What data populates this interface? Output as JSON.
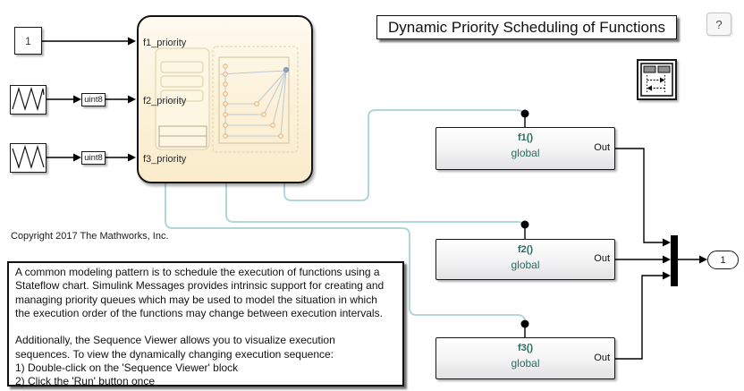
{
  "title": "Dynamic Priority Scheduling of Functions",
  "help": {
    "label": "?"
  },
  "copyright": "Copyright 2017 The Mathworks, Inc.",
  "description": "A common modeling pattern is to schedule the execution of functions using a\nStateflow chart. Simulink Messages provides intrinsic support for creating and\nmanaging priority queues which may be used to model the situation in which\nthe execution order of the functions may change between execution intervals.\n\nAdditionally, the Sequence Viewer allows you to visualize execution\nsequences. To view the dynamically changing execution sequence:\n1) Double-click on the 'Sequence Viewer' block\n2) Click the 'Run' button once",
  "blocks": {
    "constant": {
      "value": "1"
    },
    "converter1": {
      "label": "uint8"
    },
    "converter2": {
      "label": "uint8"
    },
    "scheduler_chart": {
      "ports": [
        {
          "label": "f1_priority"
        },
        {
          "label": "f2_priority"
        },
        {
          "label": "f3_priority"
        }
      ]
    },
    "functions": [
      {
        "name": "f1()",
        "scope": "global",
        "out": "Out"
      },
      {
        "name": "f2()",
        "scope": "global",
        "out": "Out"
      },
      {
        "name": "f3()",
        "scope": "global",
        "out": "Out"
      }
    ],
    "outport": {
      "label": "1"
    }
  },
  "colors": {
    "function-teal": "#2c6a5f",
    "wire-blue": "#b2d7d9",
    "chart-cream": "#fcf1d8",
    "wire-black": "#000000"
  }
}
